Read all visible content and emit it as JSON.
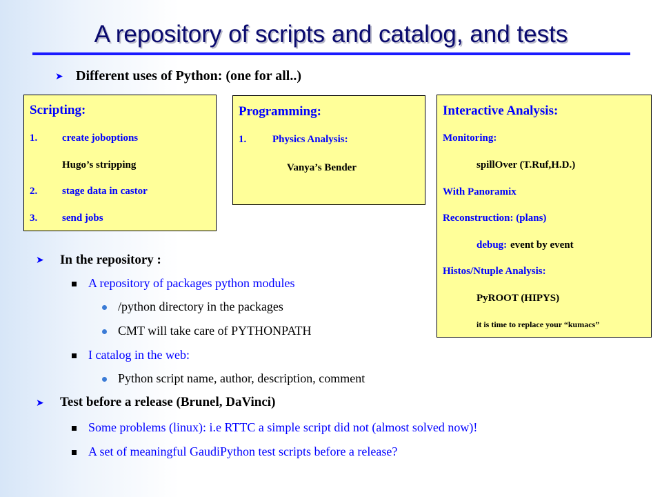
{
  "slide": {
    "title": "A repository of scripts and catalog, and tests",
    "subtitle": "Different uses of Python: (one for all..)"
  },
  "scripting": {
    "heading": "Scripting:",
    "items": [
      {
        "num": "1.",
        "text": "create joboptions"
      },
      {
        "num": "",
        "text": "Hugo’s stripping"
      },
      {
        "num": "2.",
        "text": "stage data in castor"
      },
      {
        "num": "3.",
        "text": "send jobs"
      }
    ]
  },
  "programming": {
    "heading": "Programming:",
    "items": [
      {
        "num": "1.",
        "text": "Physics Analysis:"
      },
      {
        "num": "",
        "text": "Vanya’s Bender"
      }
    ]
  },
  "interactive": {
    "heading": "Interactive Analysis:",
    "lines": [
      "Monitoring:",
      "spillOver (T.Ruf,H.D.)",
      "With Panoramix",
      "Reconstruction: (plans)",
      "debug:",
      "event by event",
      "Histos/Ntuple Analysis:",
      "PyROOT (HIPYS)",
      "it is time to replace your “kumacs”"
    ]
  },
  "repository": {
    "heading": "In the repository :",
    "sub1": "A repository of packages python modules",
    "sub1_items": [
      "/python directory in the packages",
      "CMT will take care of PYTHONPATH"
    ],
    "sub2": "I catalog in the web:",
    "sub2_items": [
      "Python script name, author, description, comment"
    ]
  },
  "tests": {
    "heading": "Test before a release (Brunel, DaVinci)",
    "items": [
      "Some problems (linux): i.e RTTC a simple script did not (almost solved now)!",
      "A set of meaningful GaudiPython test scripts before a release?"
    ]
  },
  "colors": {
    "accent_blue": "#0000ff",
    "box_yellow": "#ffff99",
    "title_navy": "#0a0a6e"
  },
  "icons": {
    "main_bullet": "arrow-bullet-icon",
    "sub_bullet": "square-bullet-icon",
    "sub_sub_bullet": "dot-bullet-icon"
  }
}
